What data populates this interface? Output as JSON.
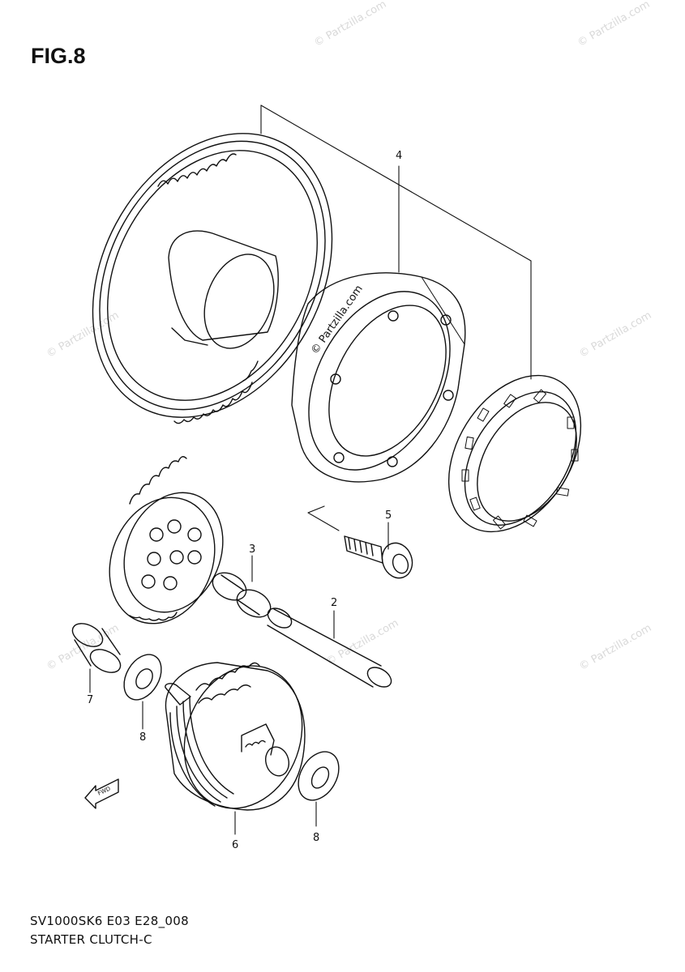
{
  "figure": {
    "title": "FIG.8"
  },
  "footer": {
    "code": "SV1000SK6 E03 E28_008",
    "name": "STARTER CLUTCH-C"
  },
  "callouts": [
    {
      "id": "4",
      "label": "4"
    },
    {
      "id": "5",
      "label": "5"
    },
    {
      "id": "3",
      "label": "3"
    },
    {
      "id": "2",
      "label": "2"
    },
    {
      "id": "7",
      "label": "7"
    },
    {
      "id": "8a",
      "label": "8"
    },
    {
      "id": "6",
      "label": "6"
    },
    {
      "id": "8b",
      "label": "8"
    }
  ],
  "watermark": {
    "text": "© Partzilla.com"
  },
  "direction_marker": {
    "label": "FWD"
  }
}
